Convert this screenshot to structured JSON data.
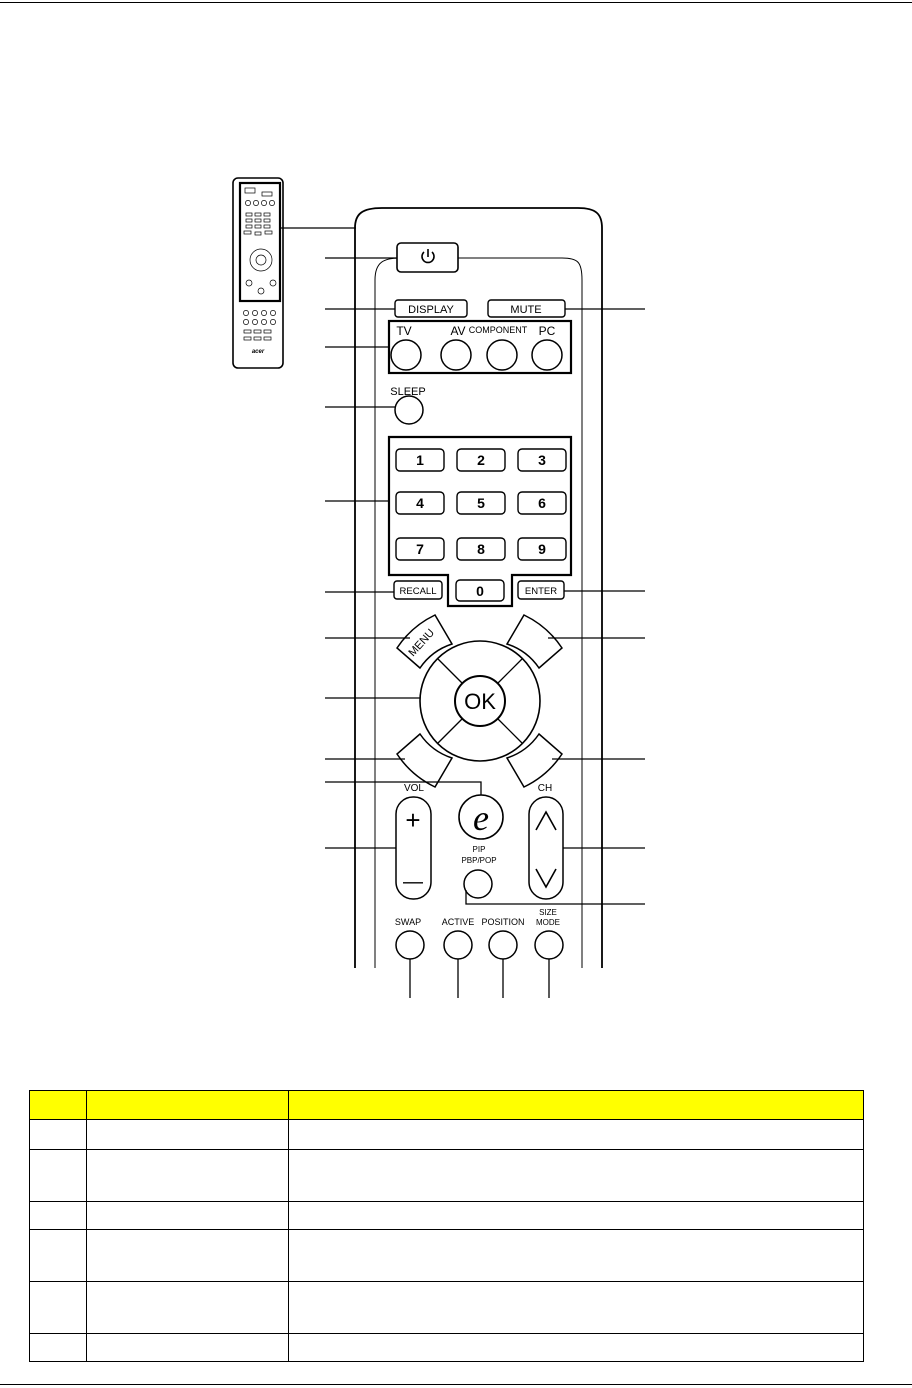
{
  "remote": {
    "labels": {
      "power_symbol": "⏻",
      "display": "DISPLAY",
      "mute": "MUTE",
      "tv": "TV",
      "av": "AV",
      "component": "COMPONENT",
      "pc": "PC",
      "sleep": "SLEEP",
      "keys": [
        "1",
        "2",
        "3",
        "4",
        "5",
        "6",
        "7",
        "8",
        "9"
      ],
      "key_0": "0",
      "recall": "RECALL",
      "enter": "ENTER",
      "menu": "MENU",
      "ok": "OK",
      "vol": "VOL",
      "plus": "+",
      "minus": "—",
      "e_key": "e",
      "ch": "CH",
      "ch_up": "∧",
      "ch_down": "∨",
      "pip": "PIP",
      "pbp_pop": "PBP/POP",
      "swap": "SWAP",
      "active": "ACTIVE",
      "position": "POSITION",
      "size": "SIZE",
      "mode": "MODE",
      "thumb_logo": "acer"
    }
  },
  "table": {
    "header": [
      "",
      "",
      ""
    ],
    "rows": [
      [
        "",
        "",
        ""
      ],
      [
        "",
        "",
        ""
      ],
      [
        "",
        "",
        ""
      ],
      [
        "",
        "",
        ""
      ],
      [
        "",
        "",
        ""
      ],
      [
        "",
        "",
        ""
      ]
    ]
  }
}
